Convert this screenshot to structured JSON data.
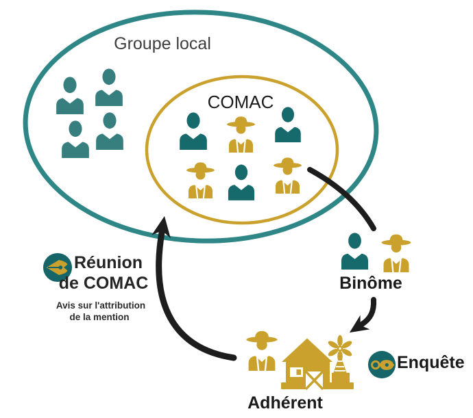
{
  "colors": {
    "teal_ring": "#2F8687",
    "gold": "#C9A12C",
    "teal_member": "#377F7E",
    "teal_member_dark": "#176A6B",
    "badge_bg": "#156569",
    "arrow_black": "#1D1D1D",
    "title_gray": "#3E3E3E",
    "text_dark": "#1A1A1A",
    "background": "#FFFFFF"
  },
  "diagram": {
    "groupe_local": {
      "label": "Groupe local",
      "members": [
        "person",
        "person",
        "person",
        "person"
      ]
    },
    "comac": {
      "label": "COMAC",
      "members": [
        "person",
        "farmer",
        "person",
        "farmer",
        "person",
        "farmer"
      ]
    },
    "binome": {
      "label": "Binôme",
      "members": [
        "person",
        "farmer"
      ]
    },
    "adherent": {
      "label": "Adhérent",
      "members": [
        "farmer",
        "farm"
      ]
    },
    "reunion": {
      "line1": "Réunion",
      "line2": "de COMAC",
      "note_line1": "Avis sur l'attribution",
      "note_line2": "de la mention",
      "icon": "pen-nib-icon"
    },
    "enquete": {
      "label": "Enquête",
      "icon": "inspection-glasses-icon"
    }
  }
}
